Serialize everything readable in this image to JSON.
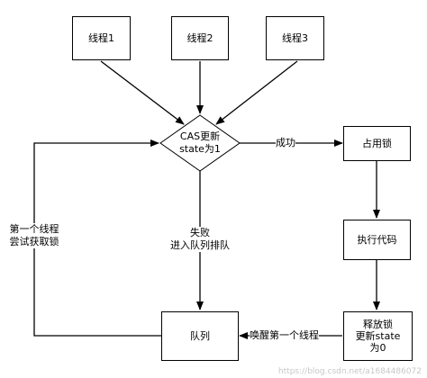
{
  "nodes": {
    "thread1": "线程1",
    "thread2": "线程2",
    "thread3": "线程3",
    "cas": [
      "CAS更新",
      "state为1"
    ],
    "acquire_lock": "占用锁",
    "execute_code": "执行代码",
    "release_lock": [
      "释放锁",
      "更新state",
      "为0"
    ],
    "queue": "队列"
  },
  "edge_labels": {
    "success": "成功",
    "failure": [
      "失败",
      "进入队列排队"
    ],
    "wake_first": "唤醒第一个线程",
    "retry": [
      "第一个线程",
      "尝试获取锁"
    ]
  },
  "watermark": "https://blog.csdn.net/a1684486072"
}
